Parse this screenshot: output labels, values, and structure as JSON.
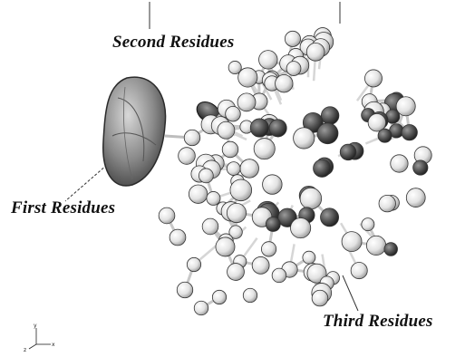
{
  "figure": {
    "labels": {
      "second": "Second Residues",
      "first": "First Residues",
      "third": "Third Residues"
    },
    "axis_triad": {
      "y": "y",
      "x": "x",
      "z": "z"
    },
    "colors": {
      "background": "#ffffff",
      "sphere_fill": "#e9e9e9",
      "sphere_dark": "#4a4a4a",
      "stick": "#cfcfcf",
      "ink": "#111111"
    },
    "icons": [
      "axis-triad-icon"
    ]
  }
}
